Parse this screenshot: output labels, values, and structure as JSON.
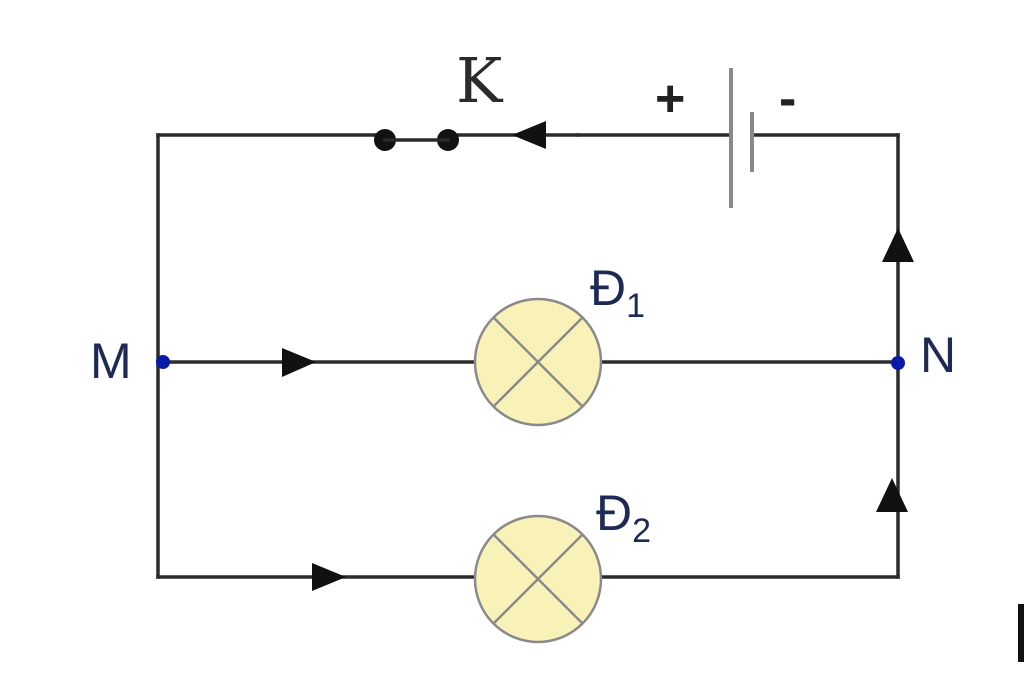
{
  "diagram": {
    "switch_label": "K",
    "battery": {
      "plus": "+",
      "minus": "-"
    },
    "nodes": {
      "left": "M",
      "right": "N"
    },
    "lamps": [
      {
        "letter": "Đ",
        "sub": "1"
      },
      {
        "letter": "Đ",
        "sub": "2"
      }
    ],
    "colors": {
      "wire": "#2b2b2b",
      "lamp_fill": "#f8f2b8",
      "node": "#0a1aa8"
    },
    "components": [
      "switch",
      "battery",
      "lamp",
      "lamp",
      "junction",
      "junction"
    ]
  }
}
